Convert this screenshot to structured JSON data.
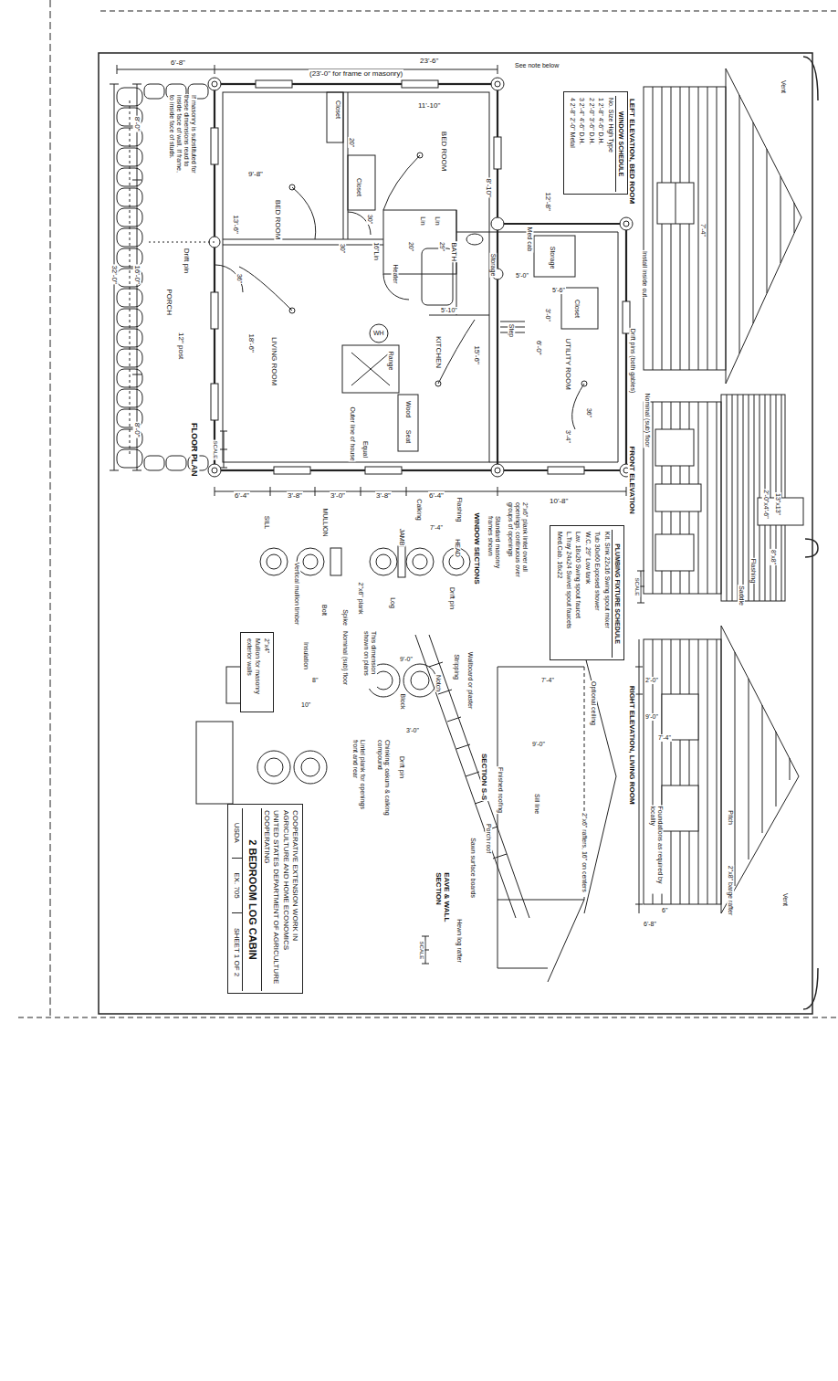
{
  "diagram": {
    "nodes": [
      {
        "text": [
          "WINDOW SCHEDULE",
          "No. Size High Type",
          "1 2'-8\" 4'-6\" D.H.",
          "2 2'-0\" 3'-6\" D.H.",
          "3 2'-4\" 4'-6\" D.H.",
          "4 2'-8\" 2'-0\" Metal"
        ]
      },
      {
        "text": [
          "PLUMBING FIXTURE SCHEDULE",
          "Kit. Sink 22x16 Swing spout mixer",
          "Tub 30x60 Exposed shower",
          "W.C. 29\" Low tank",
          "Lav. 18x20 Swing spout faucet",
          "L.Tray 24x24 Swivel spout faucets",
          "Med.Cab. 16x22"
        ]
      },
      {
        "text": [
          "2\"x4\"",
          "Mullion for masonry exterior walls"
        ]
      },
      {
        "text": [
          "COOPERATIVE EXTENSION WORK IN AGRICULTURE AND HOME ECONOMICS",
          "UNITED STATES DEPARTMENT OF AGRICULTURE COOPERATING",
          "2 BEDROOM LOG CABIN",
          "USDA",
          "EX. 705",
          "SHEET 1 OF 2"
        ]
      }
    ],
    "labels": [
      "6'-8\"",
      "23'-6\"",
      "(23'-0\" for frame or masonry)",
      "See note below",
      "8'-0\"",
      "If masonry is substituted for these dimensions read to inside face of wall. If frame, to inside face of studs.",
      "9'-8\"",
      "BED ROOM",
      "13'-6\"",
      "Closet",
      "20\"",
      "Closet",
      "30\"",
      "11'-10\"",
      "BED ROOM",
      "8'-10\"",
      "12'-8\"",
      "Med cab",
      "Lin",
      "Lin",
      "20\"",
      "29\"",
      "BATH",
      "30\"",
      "16\"Lin",
      "Heater",
      "Drift pin",
      "36\"",
      "32'-0\"",
      "16'-0\"",
      "PORCH",
      "12\" post",
      "18'-6\"",
      "LIVING ROOM",
      "KITCHEN",
      "WH",
      "Range",
      "Wood",
      "Seat",
      "Storage",
      "Storage",
      "5'-0\"",
      "5'-6\"",
      "5'-10\"",
      "Closet",
      "3'-0\"",
      "Step",
      "6'-0\"",
      "15'-6\"",
      "UTILITY ROOM",
      "Outer line of house",
      "Equal",
      "FLOOR PLAN",
      "SCALE",
      "8'-0\"",
      "3'-4\"",
      "36\"",
      "6'-4\"",
      "3'-8\"",
      "3'-0\"",
      "3'-8\"",
      "6'-4\"",
      "10'-8\"",
      "LEFT ELEVATION, BED ROOM",
      "Vent",
      "Install inside out",
      "7'-4\"",
      "Drift pins (both gables)",
      "Nominal (sub) floor",
      "FRONT ELEVATION",
      "13\"x13\"",
      "2'-0\"x4'-6\"",
      "8\"x8\"",
      "Flashing",
      "Saddle",
      "SCALE",
      "RIGHT ELEVATION, LIVING ROOM",
      "2'-0\"",
      "9'-0\"",
      "7'-4\"",
      "Pitch",
      "2\"x8\" barge rafter",
      "Vent",
      "Foundations as required by locality",
      "6\"",
      "6'-8\"",
      "Optional ceiling",
      "7'-4\"",
      "9'-0\"",
      "SECTION S-S",
      "Sill line",
      "2\"x6\" rafters, 16\" on centers",
      "2\"x6\" plank lintel over all openings; continuous over groups of openings",
      "Standard masonry frames shown",
      "WINDOW SECTIONS",
      "Flashing",
      "HEAD",
      "7'-4\"",
      "Drift pin",
      "JAMB",
      "Calking",
      "Log",
      "2\"x6\" plank",
      "Spike",
      "MULLION",
      "Vertical mullion timber",
      "SILL",
      "9'-0\"",
      "Wallboard or plaster",
      "Stripping",
      "Notch",
      "Block",
      "This dimension shown on plans",
      "Nominal (sub) floor",
      "Insulation",
      "Bolt",
      "8\"",
      "10\"",
      "Finished roofing",
      "Porch roof",
      "Sawn surface boards",
      "Hewn log rafter",
      "3'-0\"",
      "Drift pin",
      "Chinking: oakum & calking compound",
      "Lintel plank for openings front and rear",
      "EAVE & WALL SECTION",
      "SCALE"
    ]
  }
}
